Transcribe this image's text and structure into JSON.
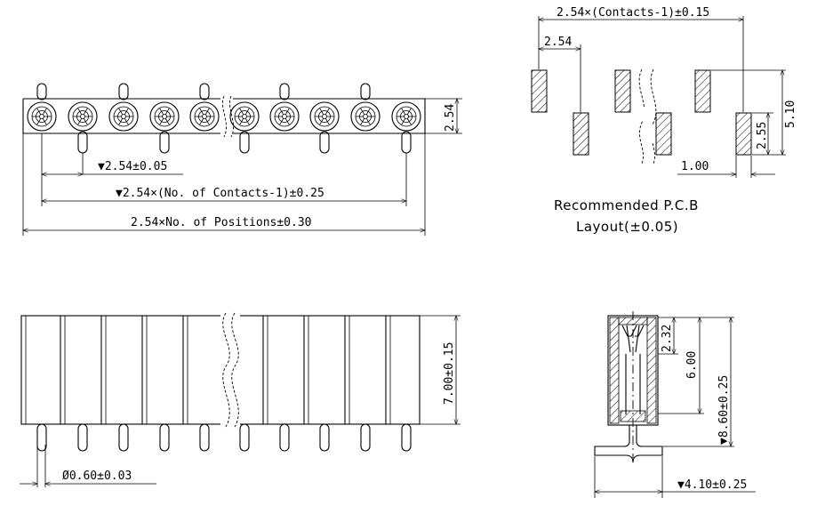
{
  "top_view": {
    "dim_pitch": "▼2.54±0.05",
    "dim_contacts": "▼2.54×(No. of Contacts-1)±0.25",
    "dim_positions": "2.54×No. of Positions±0.30",
    "dim_height": "2.54"
  },
  "pcb_layout": {
    "dim_total": "2.54×(Contacts-1)±0.15",
    "dim_pitch": "2.54",
    "dim_pad_width": "1.00",
    "dim_pad_offset": "2.55",
    "dim_row_span": "5.10",
    "caption_line1": "Recommended P.C.B",
    "caption_line2": "Layout(±0.05)"
  },
  "front_view": {
    "dim_height": "7.00±0.15",
    "dim_pin_dia": "Ø0.60±0.03"
  },
  "side_view": {
    "dim_top": "2.32",
    "dim_depth": "6.00",
    "dim_total": "▼8.60±0.25",
    "dim_foot": "▼4.10±0.25"
  }
}
